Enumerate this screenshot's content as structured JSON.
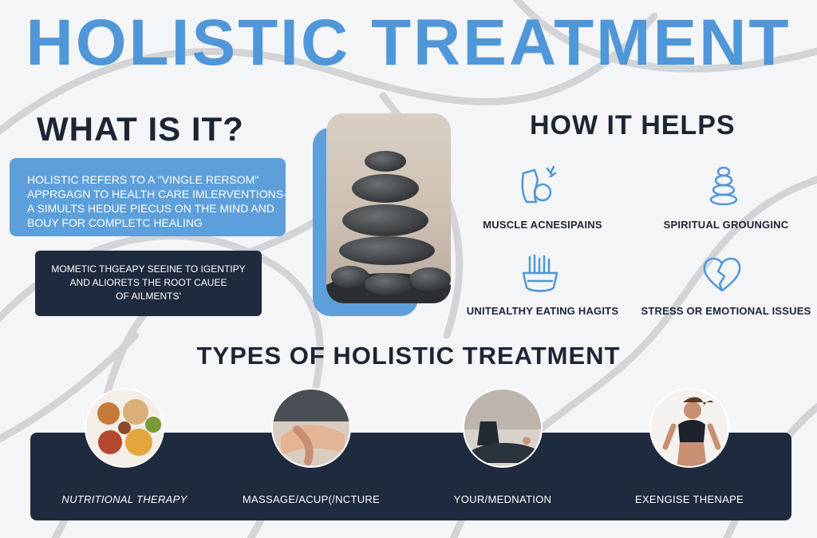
{
  "header": {
    "title": "HOLISTIC TREATMENT"
  },
  "what": {
    "title": "WHAT IS IT?",
    "blue_lines": [
      "HOLISTIC REFERS TO A \"VINGLE RERSOM\"",
      "APPRGAGN TO HEALTH CARE IMLERVENTIONS-",
      "A SIMULTS HEDUE PIECUS ON THE MIND AND",
      "BOUY FOR COMPLETC HEALING"
    ],
    "dark_lines": [
      "MOMETIC THGEAPY SEEINE TO IGENTIPY",
      "AND ALIORETS THE ROOT CAUEE",
      "OF AILMENTS'"
    ]
  },
  "helps": {
    "title": "HOW IT HELPS",
    "items": [
      {
        "label": "MUSCLE ACNESIPAINS",
        "icon": "muscle-pain-icon"
      },
      {
        "label": "SPIRITUAL GROUNGINC",
        "icon": "stacked-stones-icon"
      },
      {
        "label": "UNITEALTHY EATING HAGITS",
        "icon": "fast-food-icon"
      },
      {
        "label": "STRESS OR EMOTIONAL ISSUES",
        "icon": "broken-heart-icon"
      }
    ]
  },
  "types": {
    "title": "TYPES OF HOLISTIC TREATMENT",
    "items": [
      {
        "label": "NUTRITIONAL THERAPY"
      },
      {
        "label": "MASSAGE/ACUP(/NCTURE"
      },
      {
        "label": "YOUR/MEDNATION"
      },
      {
        "label": "EXENGISE THENAPE"
      }
    ]
  },
  "colors": {
    "accent": "#4f97d8",
    "panel_blue": "#5d9fda",
    "panel_dark": "#1e2a3d"
  }
}
